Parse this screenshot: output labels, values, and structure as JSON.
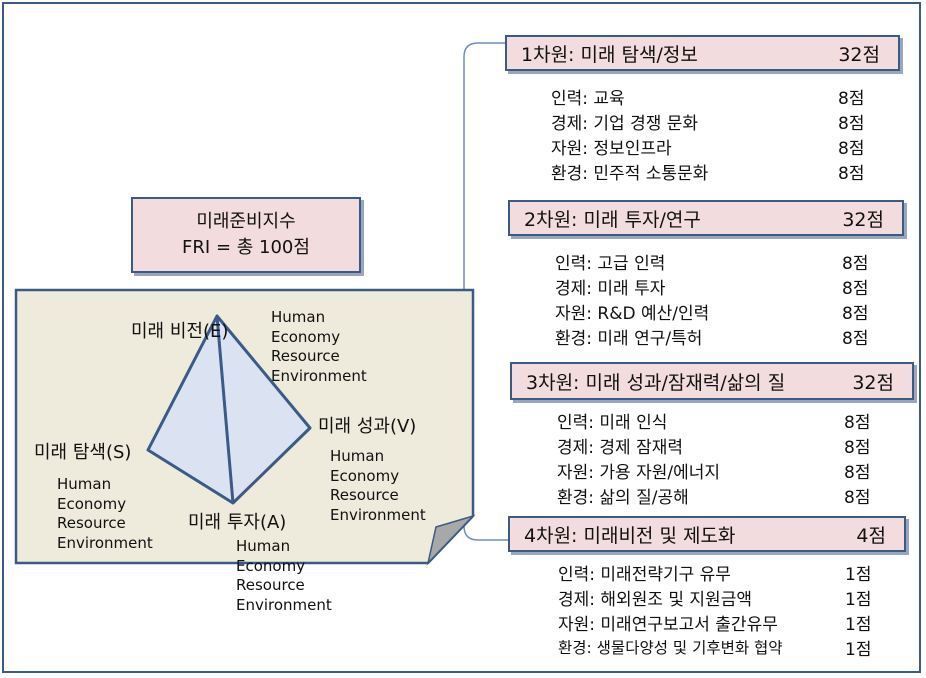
{
  "fri": {
    "line1": "미래준비지수",
    "line2": "FRI = 총 100점"
  },
  "model": {
    "vertices": {
      "E": "미래 비전(E)",
      "V": "미래 성과(V)",
      "S": "미래 탐색(S)",
      "A": "미래 투자(A)"
    },
    "factors": [
      "Human",
      "Economy",
      "Resource",
      "Environment"
    ]
  },
  "dimensions": [
    {
      "title": "1차원: 미래 탐색/정보",
      "score": "32점",
      "items": [
        {
          "label": "인력: 교육",
          "score": "8점"
        },
        {
          "label": "경제: 기업 경쟁 문화",
          "score": "8점"
        },
        {
          "label": "자원: 정보인프라",
          "score": "8점"
        },
        {
          "label": "환경: 민주적 소통문화",
          "score": "8점"
        }
      ]
    },
    {
      "title": "2차원: 미래 투자/연구",
      "score": "32점",
      "items": [
        {
          "label": "인력: 고급 인력",
          "score": "8점"
        },
        {
          "label": "경제: 미래 투자",
          "score": "8점"
        },
        {
          "label": "자원: R&D 예산/인력",
          "score": "8점"
        },
        {
          "label": "환경: 미래 연구/특허",
          "score": "8점"
        }
      ]
    },
    {
      "title": "3차원: 미래 성과/잠재력/삶의 질",
      "score": "32점",
      "items": [
        {
          "label": "인력: 미래 인식",
          "score": "8점"
        },
        {
          "label": "경제: 경제 잠재력",
          "score": "8점"
        },
        {
          "label": "자원: 가용 자원/에너지",
          "score": "8점"
        },
        {
          "label": "환경: 삶의 질/공해",
          "score": "8점"
        }
      ]
    },
    {
      "title": "4차원: 미래비전 및 제도화",
      "score": "4점",
      "items": [
        {
          "label": "인력: 미래전략기구 유무",
          "score": "1점"
        },
        {
          "label": "경제: 해외원조 및 지원금액",
          "score": "1점"
        },
        {
          "label": "자원: 미래연구보고서 출간유무",
          "score": "1점"
        },
        {
          "label": "환경: 생물다양성 및 기후변화 협약",
          "score": "1점"
        }
      ]
    }
  ],
  "colors": {
    "border": "#3b5a86",
    "title_fill": "#f3dcde",
    "note_fill": "#eeeadc",
    "tetra_fill": "#dbe3f2"
  }
}
